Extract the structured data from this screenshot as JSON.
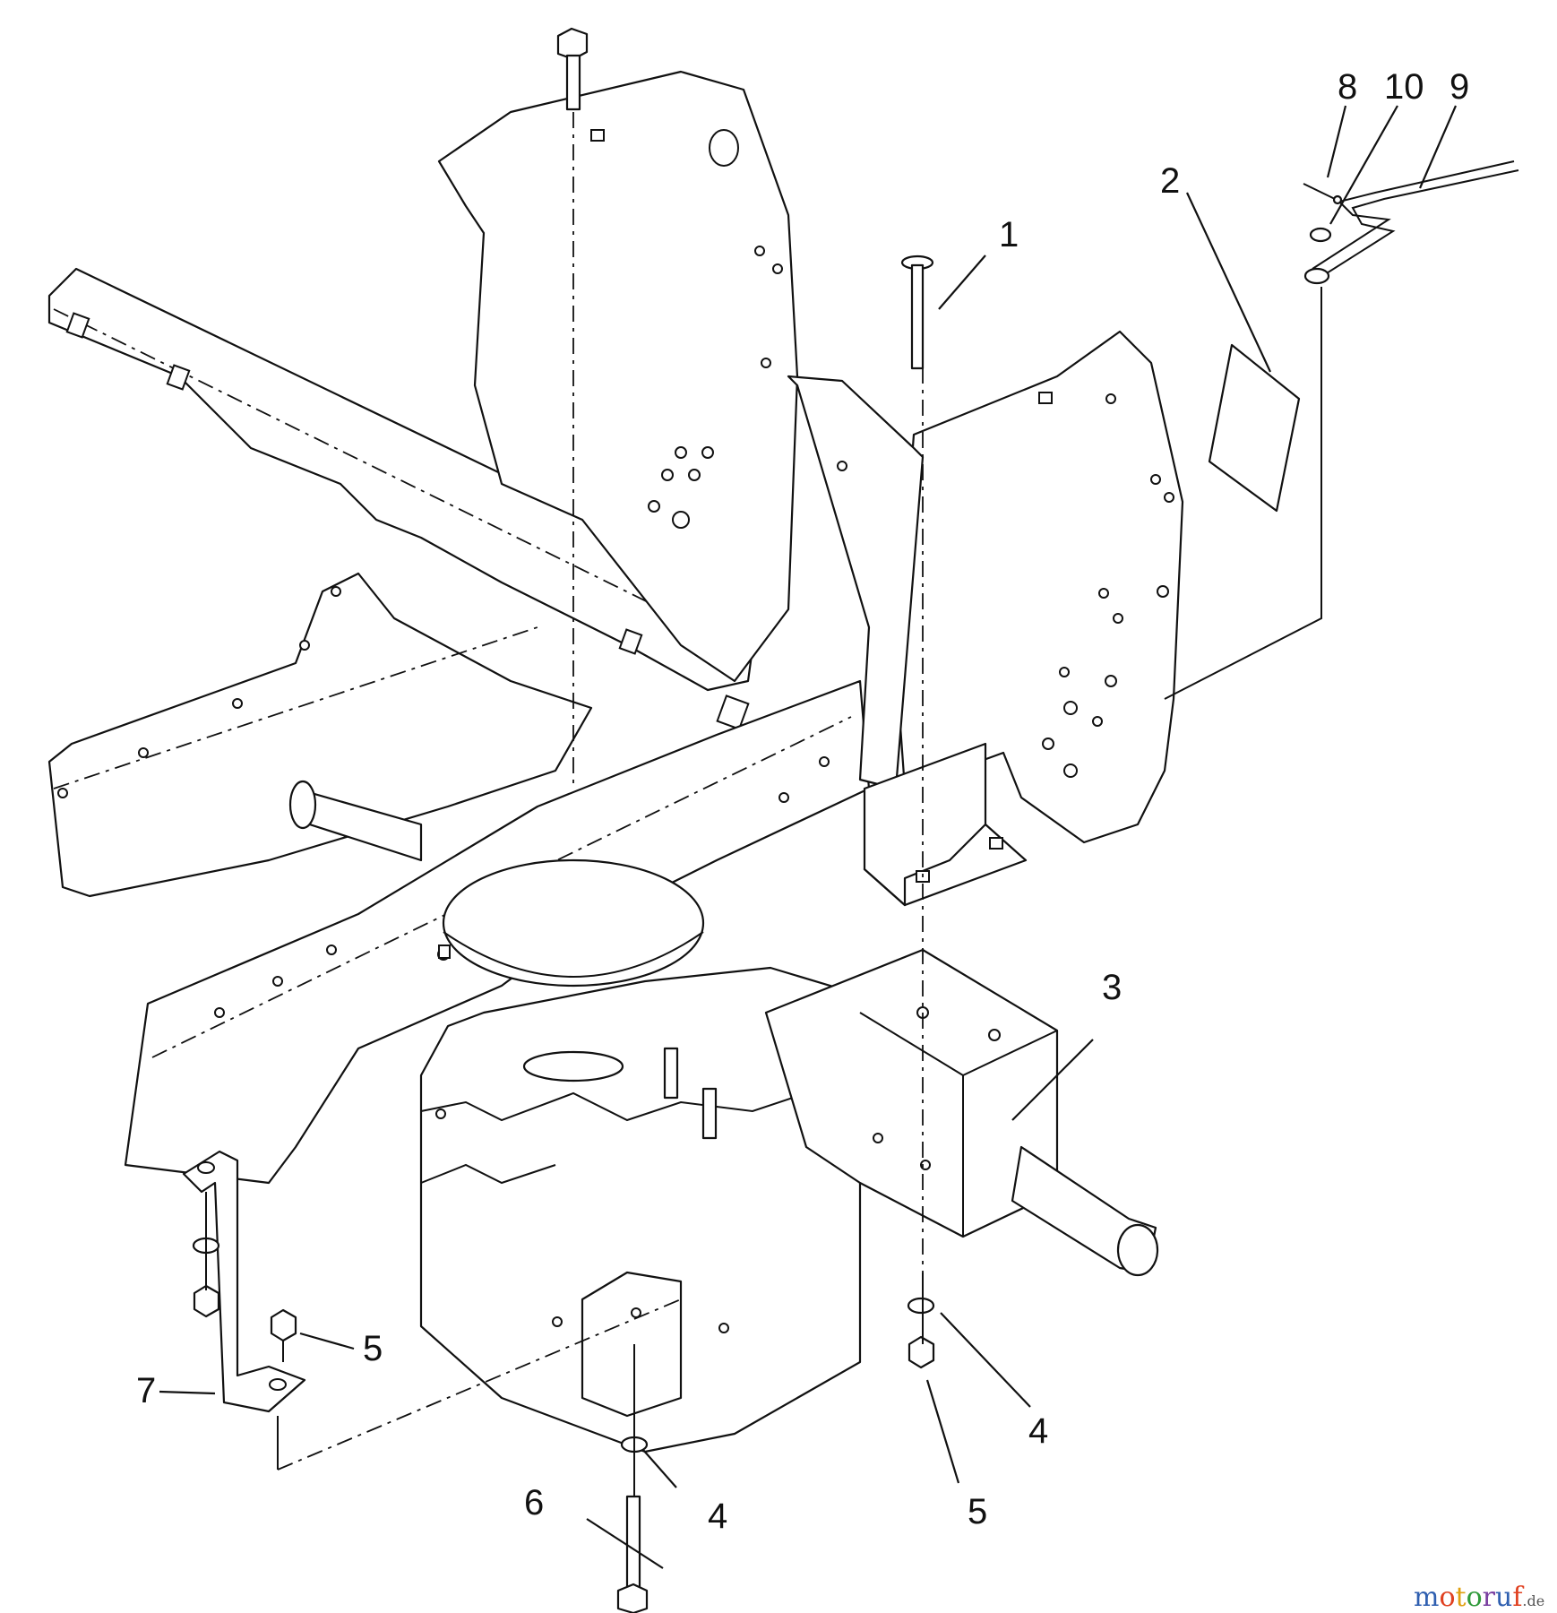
{
  "callouts": [
    {
      "id": "1",
      "label": "1"
    },
    {
      "id": "2",
      "label": "2"
    },
    {
      "id": "3",
      "label": "3"
    },
    {
      "id": "4a",
      "label": "4"
    },
    {
      "id": "4b",
      "label": "4"
    },
    {
      "id": "5a",
      "label": "5"
    },
    {
      "id": "5b",
      "label": "5"
    },
    {
      "id": "6",
      "label": "6"
    },
    {
      "id": "7",
      "label": "7"
    },
    {
      "id": "8",
      "label": "8"
    },
    {
      "id": "9",
      "label": "9"
    },
    {
      "id": "10",
      "label": "10"
    }
  ],
  "watermark": {
    "brand": "motoruf",
    "suffix": ".de",
    "colors": [
      "#2f5fb0",
      "#e04020",
      "#e0a010",
      "#2f9a3a",
      "#7a3fa0",
      "#2f5fb0",
      "#e04020"
    ]
  }
}
